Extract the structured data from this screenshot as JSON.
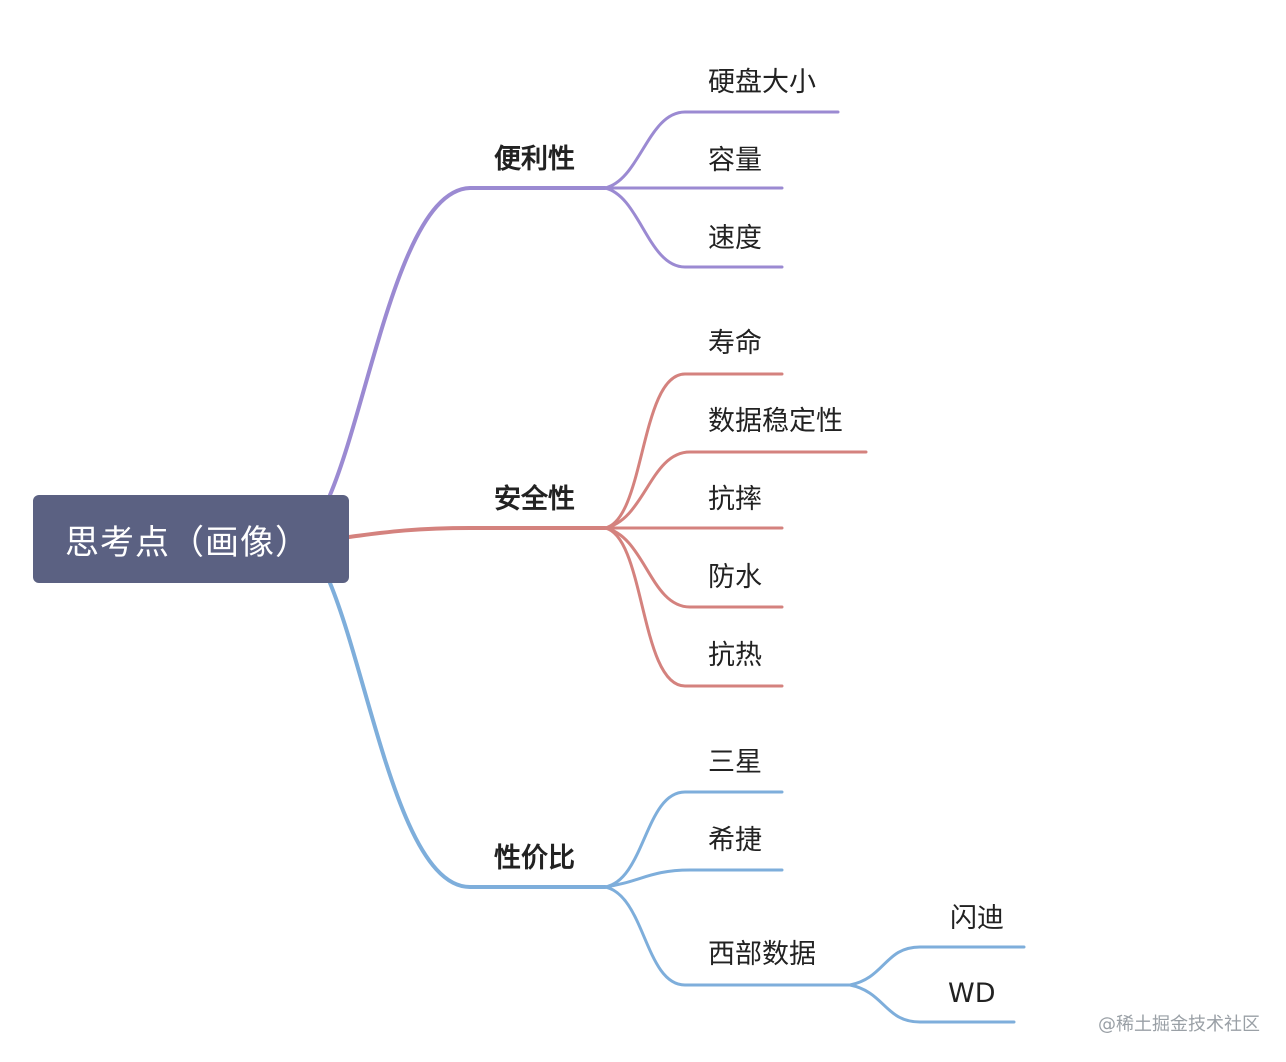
{
  "root": {
    "label": "思考点（画像）",
    "color": "#5b6182"
  },
  "branches": [
    {
      "label": "便利性",
      "color": "#9b8ad2",
      "children": [
        {
          "label": "硬盘大小"
        },
        {
          "label": "容量"
        },
        {
          "label": "速度"
        }
      ]
    },
    {
      "label": "安全性",
      "color": "#d4827e",
      "children": [
        {
          "label": "寿命"
        },
        {
          "label": "数据稳定性"
        },
        {
          "label": "抗摔"
        },
        {
          "label": "防水"
        },
        {
          "label": "抗热"
        }
      ]
    },
    {
      "label": "性价比",
      "color": "#7eaedb",
      "children": [
        {
          "label": "三星"
        },
        {
          "label": "希捷"
        },
        {
          "label": "西部数据",
          "children": [
            {
              "label": "闪迪"
            },
            {
              "label": "WD"
            }
          ]
        }
      ]
    }
  ],
  "watermark": "@稀土掘金技术社区"
}
